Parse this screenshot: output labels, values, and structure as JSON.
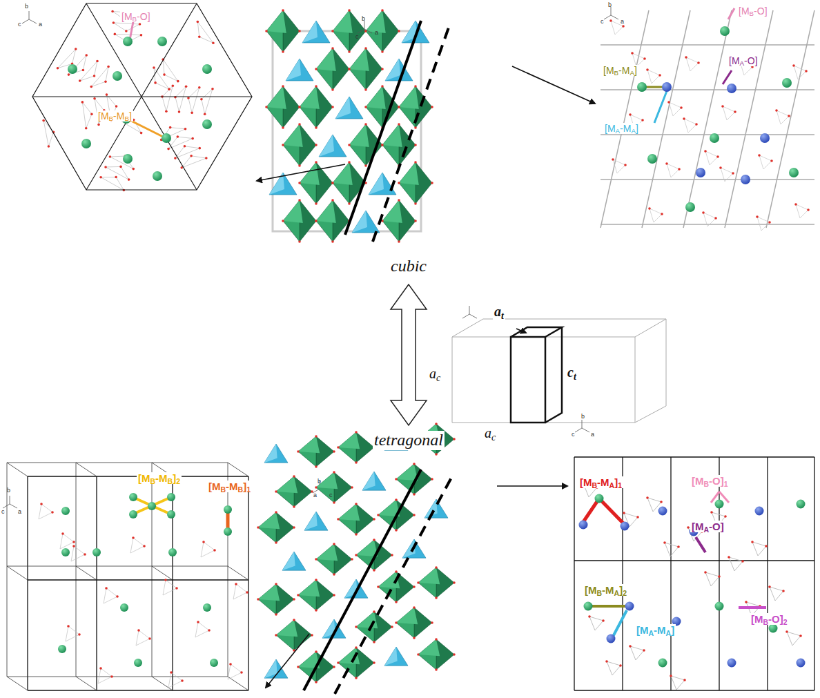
{
  "diagram": {
    "labels": [
      "b",
      "c",
      "a",
      "[MB-O]",
      "[MB-MB]",
      "b",
      "a",
      "c",
      "b",
      "a",
      "c",
      "[MB-O]",
      "[MB-MA]",
      "[MA-O]",
      "[MA-MA]",
      "cubic",
      "at",
      "ac",
      "ct",
      "ac",
      "tetragonal",
      "b",
      "c",
      "a",
      "[MB-MB]2",
      "[MB-MB]1",
      "a",
      "b",
      "c",
      "b",
      "c",
      "a",
      "[MB-MA]1",
      "[MB-O]1",
      "[MA-O]",
      "[MB-MA]2",
      "[MA-MA]",
      "[MB-O]2"
    ]
  }
}
